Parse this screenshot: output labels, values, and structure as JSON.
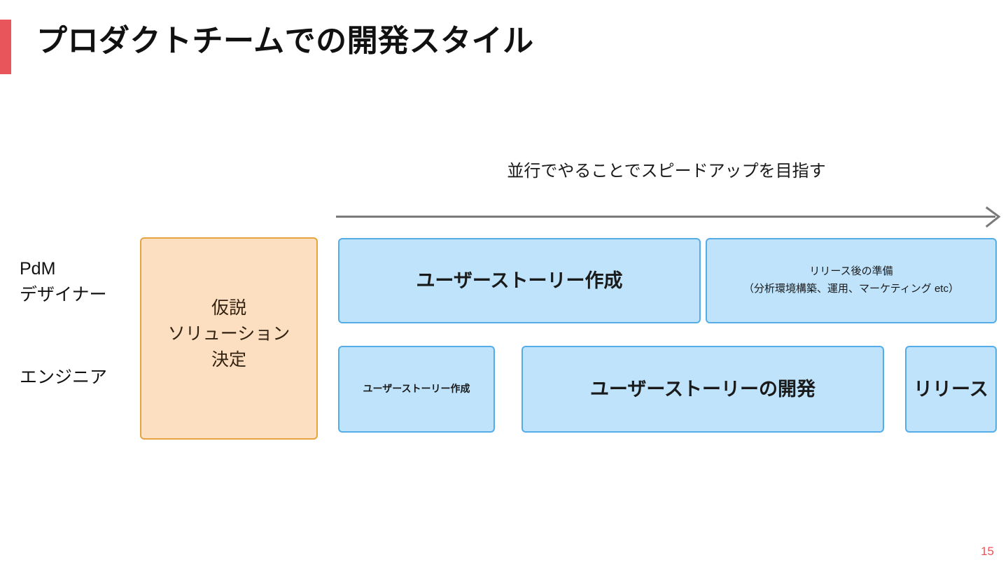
{
  "slide": {
    "title": "プロダクトチームでの開発スタイル",
    "page_number": "15",
    "accent_color": "#E8555A",
    "blue_fill": "#BEE3FB",
    "blue_border": "#55ACE6",
    "orange_fill": "#FBDFC0",
    "orange_border": "#E8A341",
    "arrow_color": "#7A7A7A"
  },
  "flow": {
    "caption": "並行でやることでスピードアップを目指す",
    "arrow_name": "timeline-arrow-right"
  },
  "roles": {
    "pdm_designer": "PdM\nデザイナー",
    "pdm_line1": "PdM",
    "pdm_line2": "デザイナー",
    "engineer": "エンジニア"
  },
  "boxes": {
    "decision": {
      "label": "仮説\nソリューション\n決定",
      "line1": "仮説",
      "line2": "ソリューション",
      "line3": "決定"
    },
    "row_pdm": [
      {
        "label": "ユーザーストーリー作成"
      },
      {
        "label": "リリース後の準備\n（分析環境構築、運用、マーケティング etc）",
        "line1": "リリース後の準備",
        "line2": "（分析環境構築、運用、マーケティング etc）"
      }
    ],
    "row_engineer": [
      {
        "label": "ユーザーストーリー作成"
      },
      {
        "label": "ユーザーストーリーの開発"
      },
      {
        "label": "リリース"
      }
    ]
  }
}
